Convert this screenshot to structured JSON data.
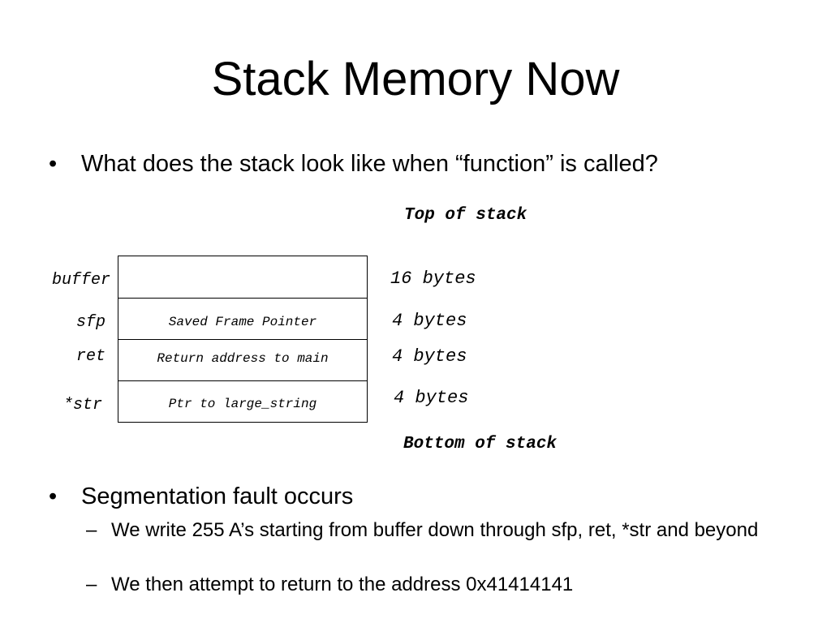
{
  "slide": {
    "title": "Stack Memory Now",
    "bullet_marker": "•",
    "dash_marker": "–",
    "bullet1": "What does the stack look like when “function” is called?",
    "top_of_stack": "Top of stack",
    "bottom_of_stack": "Bottom of stack",
    "stack": [
      {
        "label": "buffer",
        "content": "",
        "size": "16 bytes"
      },
      {
        "label": "sfp",
        "content": "Saved Frame Pointer",
        "size": "4 bytes"
      },
      {
        "label": "ret",
        "content": "Return address to main",
        "size": "4 bytes"
      },
      {
        "label": "*str",
        "content": "Ptr to large_string",
        "size": "4 bytes"
      }
    ],
    "bullet2": "Segmentation fault occurs",
    "sub_bullets": [
      "We write 255 A’s starting from buffer down through sfp, ret, *str and beyond",
      "We then attempt to return to the address 0x41414141"
    ]
  }
}
